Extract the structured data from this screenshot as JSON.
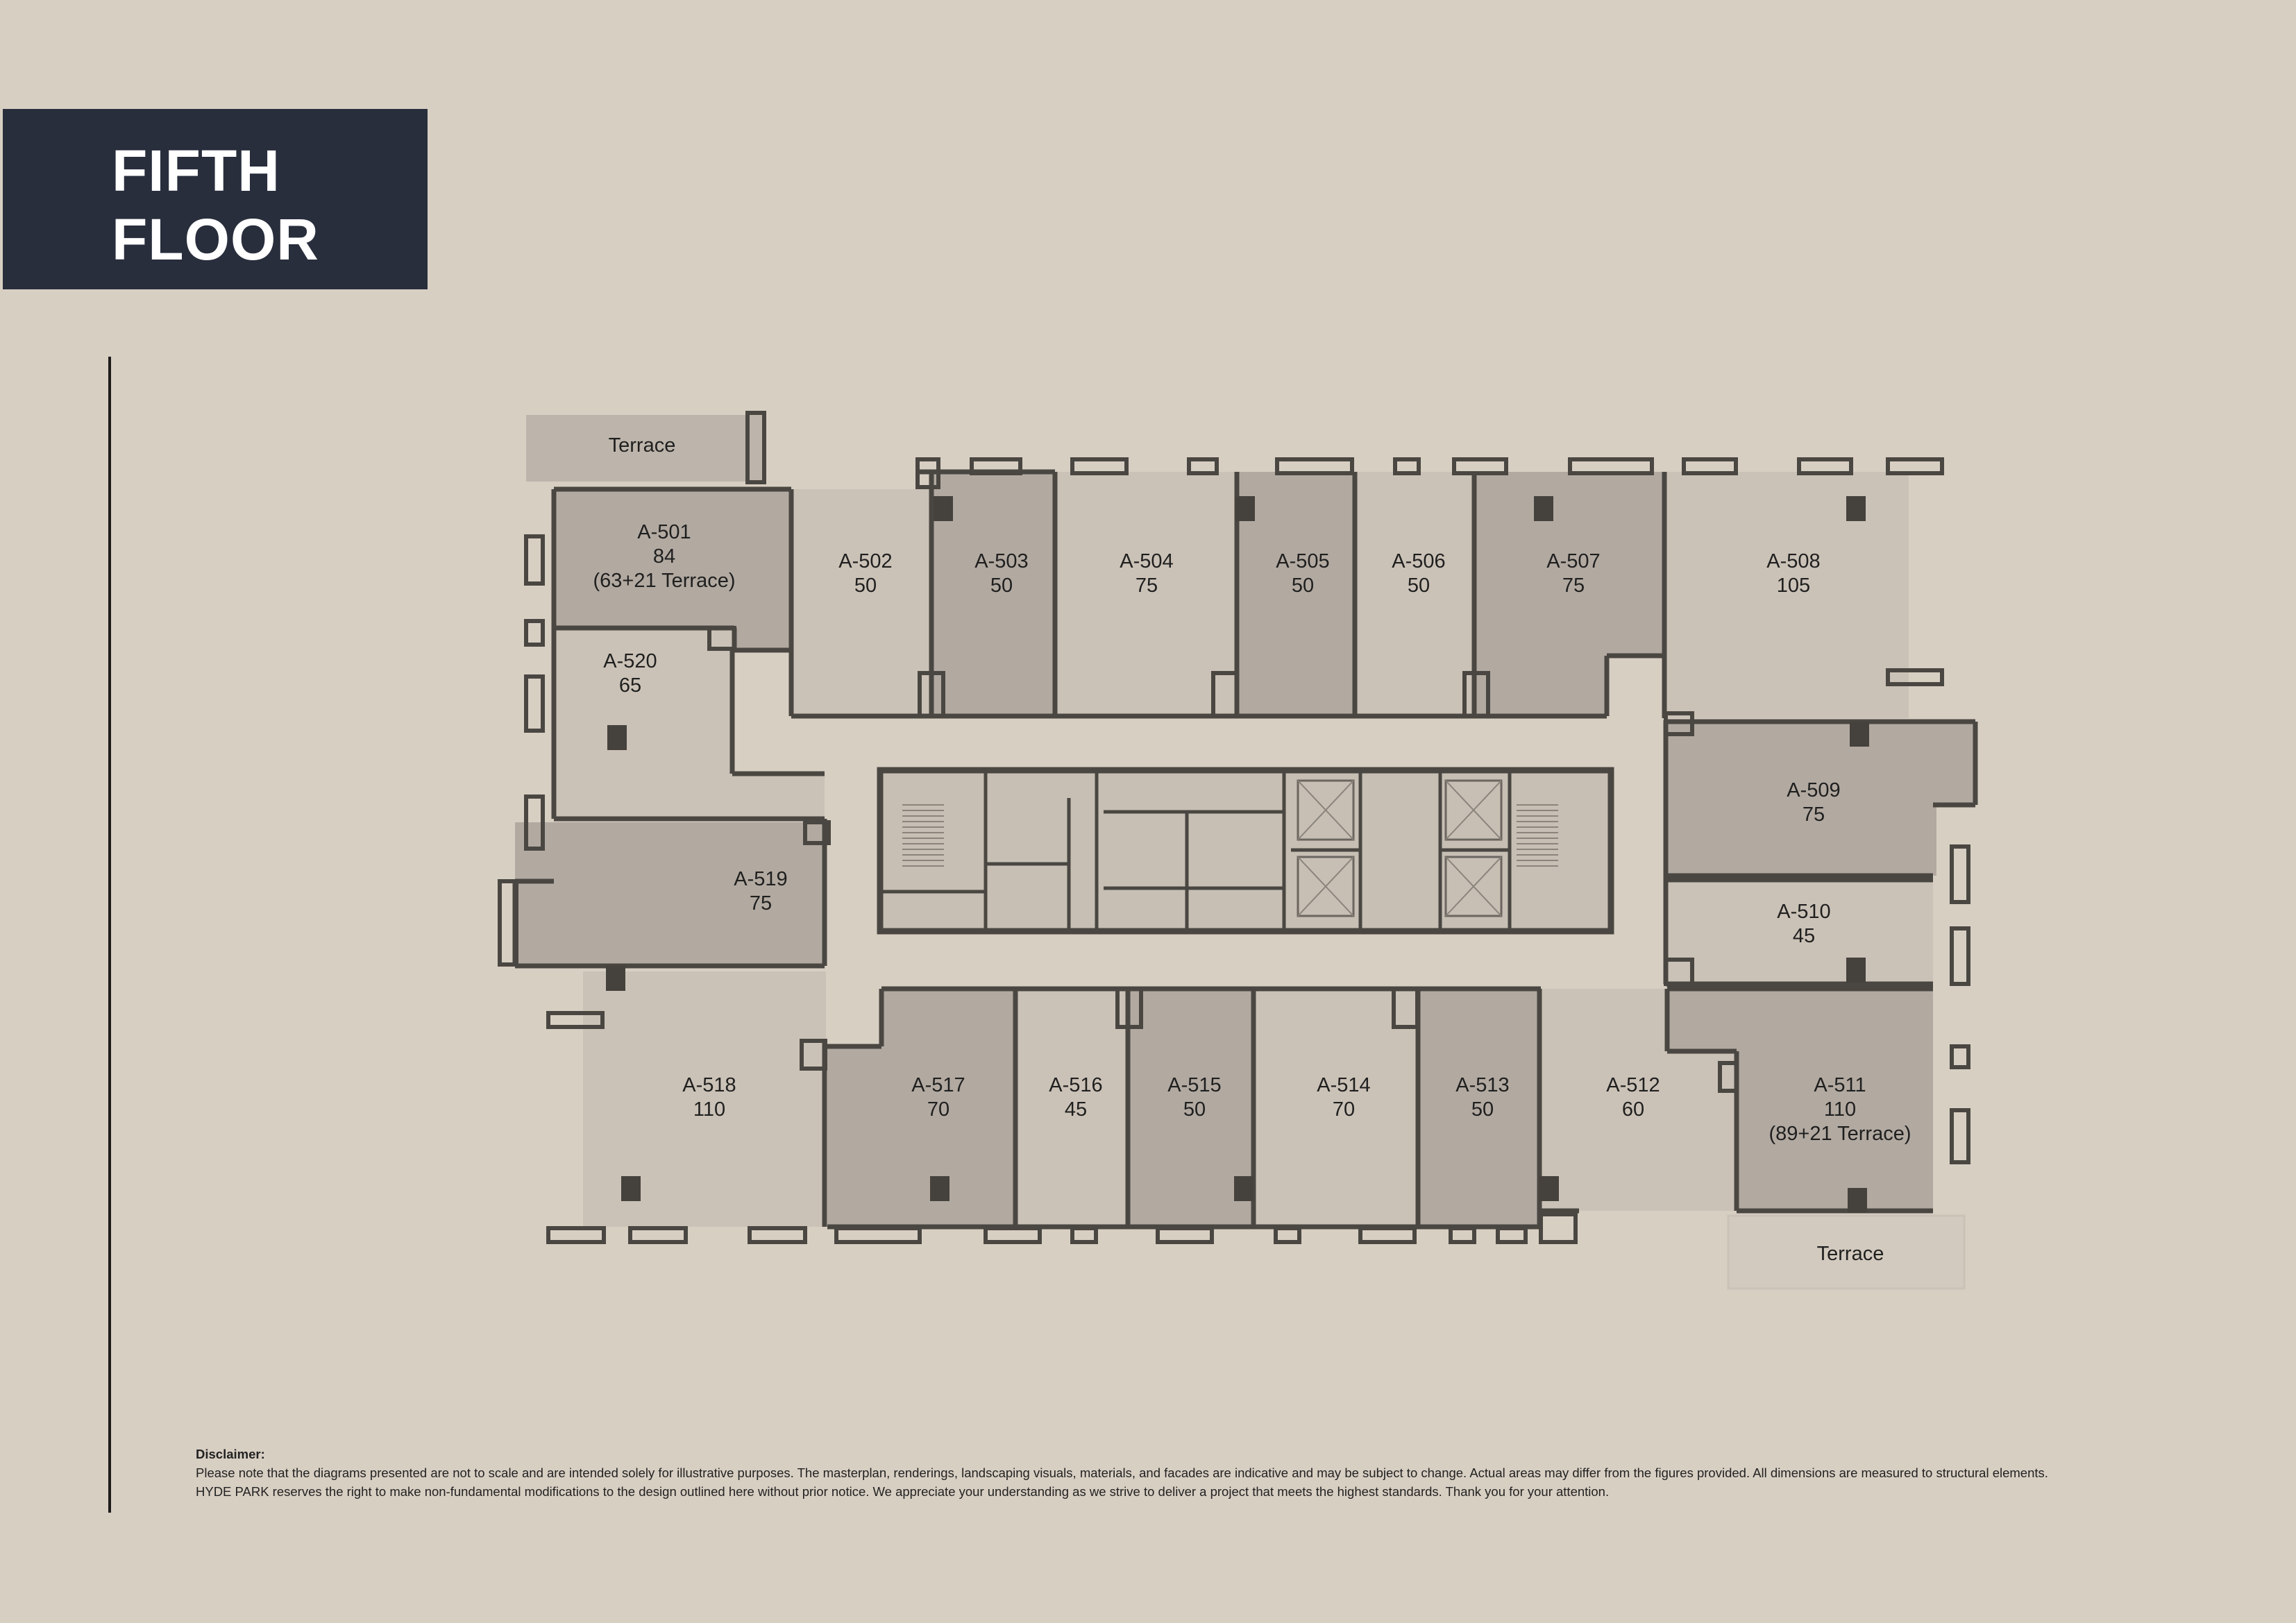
{
  "title": {
    "line1": "FIFTH",
    "line2": "FLOOR"
  },
  "colors": {
    "background": "#d8cfc3",
    "title_box": "#282e3c",
    "wall": "#4a4742",
    "unit_dark": "#b2aaa1",
    "unit_light": "#cbc2b7",
    "corridor": "#d8cfc3"
  },
  "units": [
    {
      "name": "A-501",
      "lines": [
        "A-501",
        "84",
        "(63+21 Terrace)"
      ]
    },
    {
      "name": "A-502",
      "lines": [
        "A-502",
        "50"
      ]
    },
    {
      "name": "A-503",
      "lines": [
        "A-503",
        "50"
      ]
    },
    {
      "name": "A-504",
      "lines": [
        "A-504",
        "75"
      ]
    },
    {
      "name": "A-505",
      "lines": [
        "A-505",
        "50"
      ]
    },
    {
      "name": "A-506",
      "lines": [
        "A-506",
        "50"
      ]
    },
    {
      "name": "A-507",
      "lines": [
        "A-507",
        "75"
      ]
    },
    {
      "name": "A-508",
      "lines": [
        "A-508",
        "105"
      ]
    },
    {
      "name": "A-509",
      "lines": [
        "A-509",
        "75"
      ]
    },
    {
      "name": "A-510",
      "lines": [
        "A-510",
        "45"
      ]
    },
    {
      "name": "A-511",
      "lines": [
        "A-511",
        "110",
        "(89+21 Terrace)"
      ]
    },
    {
      "name": "A-512",
      "lines": [
        "A-512",
        "60"
      ]
    },
    {
      "name": "A-513",
      "lines": [
        "A-513",
        "50"
      ]
    },
    {
      "name": "A-514",
      "lines": [
        "A-514",
        "70"
      ]
    },
    {
      "name": "A-515",
      "lines": [
        "A-515",
        "50"
      ]
    },
    {
      "name": "A-516",
      "lines": [
        "A-516",
        "45"
      ]
    },
    {
      "name": "A-517",
      "lines": [
        "A-517",
        "70"
      ]
    },
    {
      "name": "A-518",
      "lines": [
        "A-518",
        "110"
      ]
    },
    {
      "name": "A-519",
      "lines": [
        "A-519",
        "75"
      ]
    },
    {
      "name": "A-520",
      "lines": [
        "A-520",
        "65"
      ]
    }
  ],
  "terraces": {
    "north_west": "Terrace",
    "south_east": "Terrace"
  },
  "disclaimer": {
    "heading": "Disclaimer:",
    "text1": "Please note that the diagrams presented are not to scale and are intended solely for illustrative purposes. The masterplan, renderings, landscaping visuals, materials, and facades are indicative and may be subject to change. Actual areas may differ from the figures provided. All dimensions are measured to structural elements.",
    "text2": "HYDE PARK reserves the right to make non-fundamental modifications to the design outlined here without prior notice. We appreciate your understanding as we strive to deliver a project that meets the highest standards. Thank you for your attention."
  }
}
